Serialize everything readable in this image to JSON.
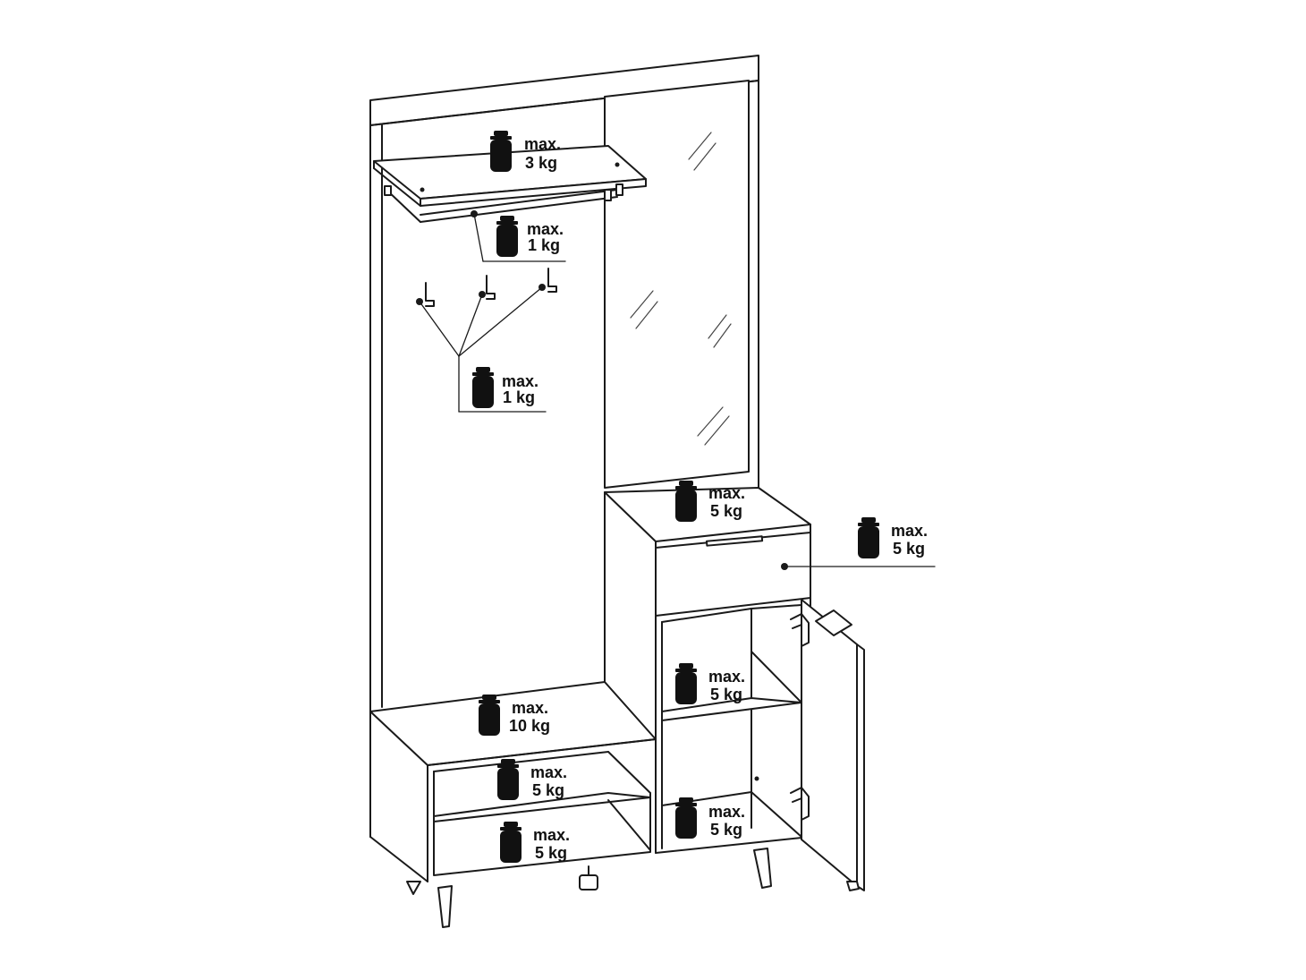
{
  "diagram": {
    "labels": {
      "coat_shelf": [
        "max.",
        "3 kg"
      ],
      "hanging_rail": [
        "max.",
        "1 kg"
      ],
      "coat_hooks": [
        "max.",
        "1 kg"
      ],
      "cabinet_top": [
        "max.",
        "5 kg"
      ],
      "drawer": [
        "max.",
        "5 kg"
      ],
      "cabinet_upper_shelf": [
        "max.",
        "5 kg"
      ],
      "cabinet_bottom_shelf": [
        "max.",
        "5 kg"
      ],
      "bench_top": [
        "max.",
        "10 kg"
      ],
      "bench_upper_shelf": [
        "max.",
        "5 kg"
      ],
      "bench_lower_shelf": [
        "max.",
        "5 kg"
      ]
    },
    "colors": {
      "line": "#1a1a1a",
      "weight": "#111111",
      "background": "#ffffff"
    },
    "icons": [
      "weight-icon"
    ]
  }
}
